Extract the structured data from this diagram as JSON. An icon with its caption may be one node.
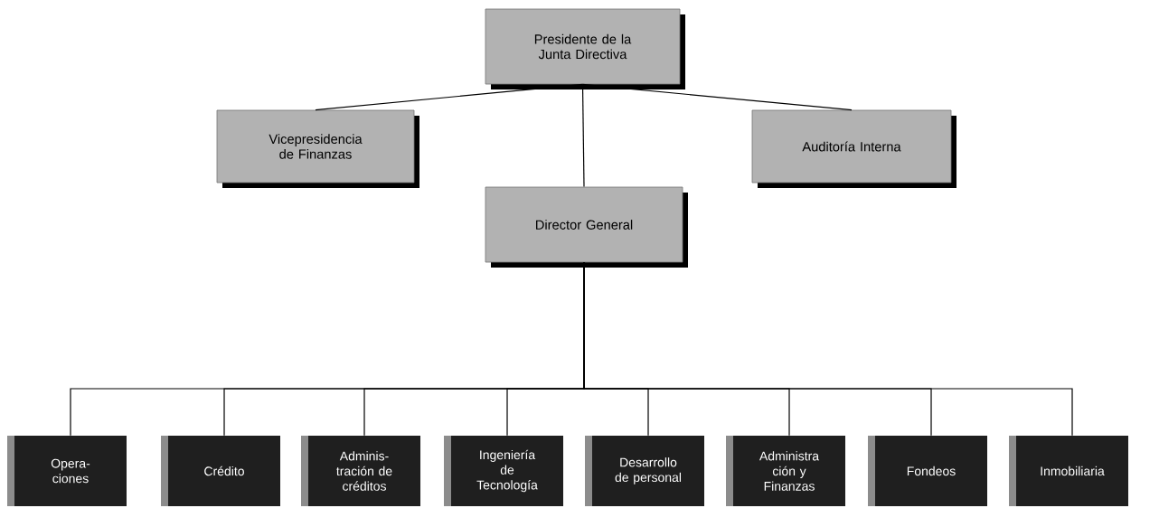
{
  "diagram": {
    "nodes": [
      {
        "text": [
          "Presidente de la Junta Directiva"
        ]
      },
      {
        "text": [
          "Vicepresidencia de Finanzas"
        ]
      },
      {
        "text": [
          "Auditoría Interna"
        ]
      },
      {
        "text": [
          "Director General"
        ]
      },
      {
        "text": [
          "Opera- ciones"
        ]
      },
      {
        "text": [
          "Crédito"
        ]
      },
      {
        "text": [
          "Adminis- tración de créditos"
        ]
      },
      {
        "text": [
          "Ingeniería de Tecnología"
        ]
      },
      {
        "text": [
          "Desarrollo de personal"
        ]
      },
      {
        "text": [
          "Administra ción y Finanzas"
        ]
      },
      {
        "text": [
          "Fondeos"
        ]
      },
      {
        "text": [
          "Inmobiliaria"
        ]
      }
    ],
    "edges": [
      {
        "from": 0,
        "to": 1,
        "arrow": "none"
      },
      {
        "from": 0,
        "to": 2,
        "arrow": "none"
      },
      {
        "from": 0,
        "to": 3,
        "arrow": "none"
      },
      {
        "from": 3,
        "to": 4,
        "arrow": "none"
      },
      {
        "from": 3,
        "to": 5,
        "arrow": "none"
      },
      {
        "from": 3,
        "to": 6,
        "arrow": "none"
      },
      {
        "from": 3,
        "to": 7,
        "arrow": "none"
      },
      {
        "from": 3,
        "to": 8,
        "arrow": "none"
      },
      {
        "from": 3,
        "to": 9,
        "arrow": "none"
      },
      {
        "from": 3,
        "to": 10,
        "arrow": "none"
      },
      {
        "from": 3,
        "to": 11,
        "arrow": "none"
      }
    ]
  }
}
